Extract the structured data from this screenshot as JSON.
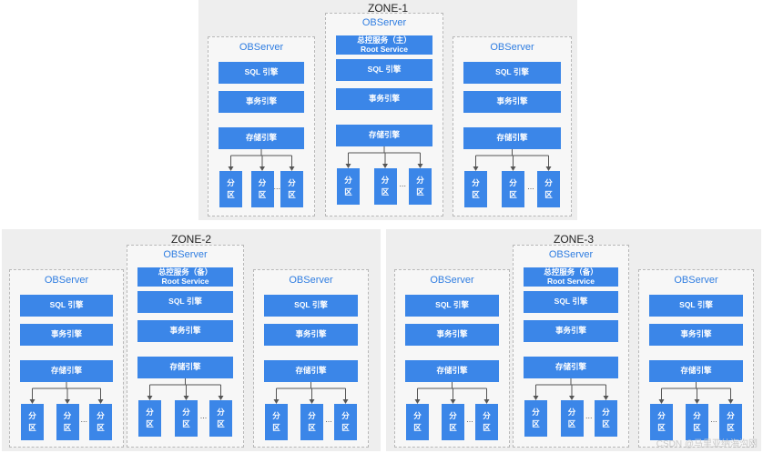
{
  "zones": [
    {
      "name": "ZONE-1",
      "servers": [
        {
          "title": "OBServer",
          "rs": null
        },
        {
          "title": "OBServer",
          "rs": [
            "总控服务（主）",
            "Root Service"
          ]
        },
        {
          "title": "OBServer",
          "rs": null
        }
      ]
    },
    {
      "name": "ZONE-2",
      "servers": [
        {
          "title": "OBServer",
          "rs": null
        },
        {
          "title": "OBServer",
          "rs": [
            "总控服务（备）",
            "Root Service"
          ]
        },
        {
          "title": "OBServer",
          "rs": null
        }
      ]
    },
    {
      "name": "ZONE-3",
      "servers": [
        {
          "title": "OBServer",
          "rs": null
        },
        {
          "title": "OBServer",
          "rs": [
            "总控服务（备）",
            "Root Service"
          ]
        },
        {
          "title": "OBServer",
          "rs": null
        }
      ]
    }
  ],
  "engines": {
    "sql": "SQL 引擎",
    "tx": "事务引擎",
    "storage": "存储引擎"
  },
  "partition": {
    "line1": "分",
    "line2": "区"
  },
  "ellipsis": "...",
  "watermark": "CSDN @马里亚纳海沟网"
}
